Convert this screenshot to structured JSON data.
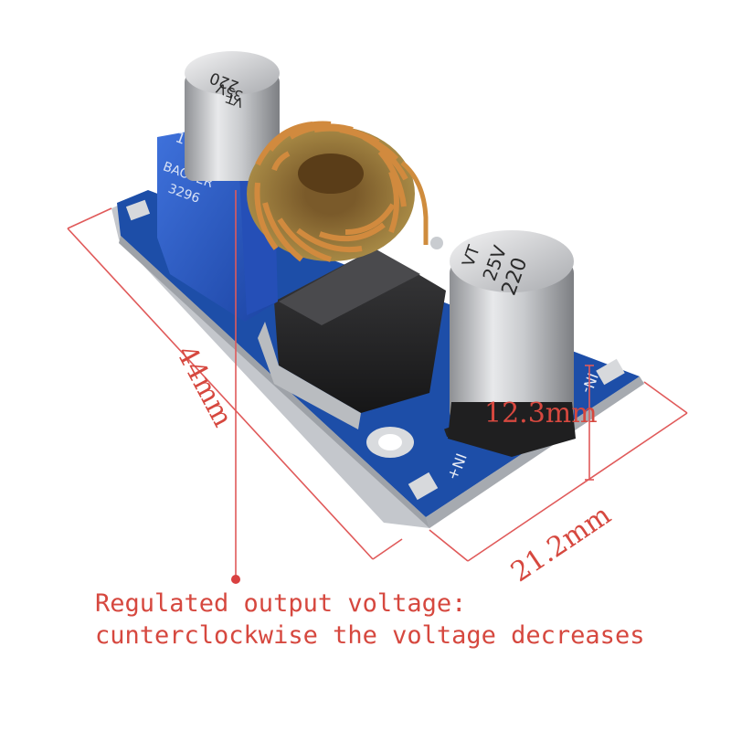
{
  "image": {
    "description_colors": {
      "pcb": "#1d4ea8",
      "pcb_edge": "#bfc3c8",
      "annotation": "#e05a5a",
      "caption": "#d6483f",
      "copper": "#c9813a",
      "potentiometer": "#2a5cc9"
    }
  },
  "dimensions": {
    "length_label": "44mm",
    "width_label": "21.2mm",
    "height_label": "12.3mm"
  },
  "components": {
    "small_cap_top": "220",
    "small_cap_mid": "35V",
    "small_cap_bot": "VT",
    "big_cap_top": "220",
    "big_cap_mid": "25V",
    "big_cap_bot": "VT",
    "pot_code": "103",
    "pot_brand": "BAOTER",
    "pot_model": "3296",
    "pad_in_plus": "IN+",
    "pad_in_minus": "IN-"
  },
  "caption": {
    "line1": "Regulated output voltage:",
    "line2": "cunterclockwise the voltage decreases"
  }
}
